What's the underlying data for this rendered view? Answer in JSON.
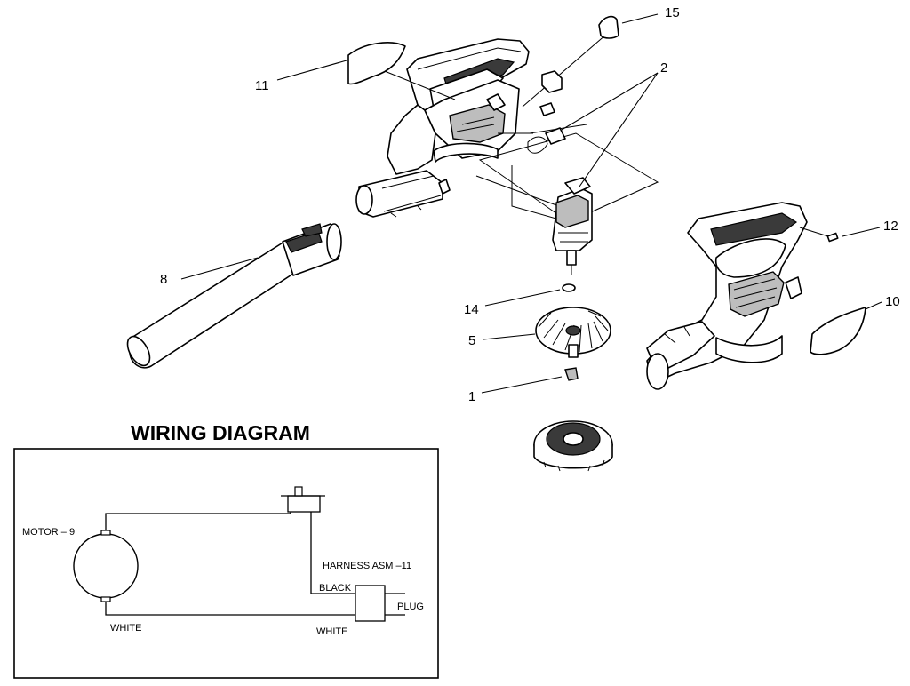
{
  "callouts": {
    "c1": "1",
    "c2": "2",
    "c5": "5",
    "c8": "8",
    "c10": "10",
    "c11": "11",
    "c12": "12",
    "c14": "14",
    "c15": "15"
  },
  "wiring": {
    "title": "WIRING DIAGRAM",
    "motor": "MOTOR  – 9",
    "harness": "HARNESS ASM  –11",
    "black": "BLACK",
    "plug": "PLUG",
    "white_left": "WHITE",
    "white_right": "WHITE"
  }
}
